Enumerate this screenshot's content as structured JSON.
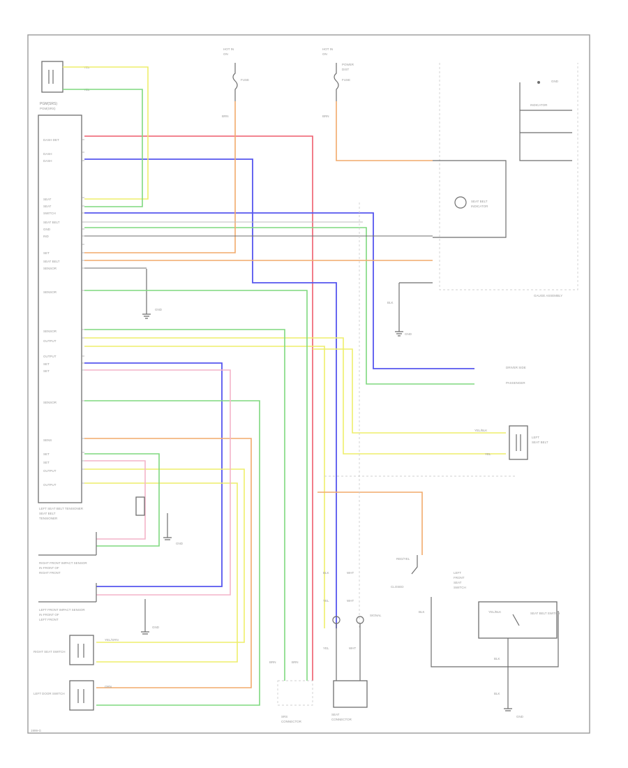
{
  "colors": {
    "red": "#ee5b6c",
    "blue": "#5555ee",
    "yellow": "#eeee6a",
    "green": "#7fd87f",
    "orange": "#f2aa6a",
    "gray": "#6e6e6e",
    "pink": "#f3b4c8"
  },
  "labels": {
    "footer_code": "1999-G",
    "left_module": "PGM(SRS)",
    "dash_fuse": "FUSE",
    "gauge_assembly": "GAUGE ASSEMBLY",
    "seat_belt_buckle": "SEAT BELT SWITCH",
    "left_seat_belt_tensioner": "LEFT SEAT BELT TENSIONER",
    "left_front_impact": "LEFT FRONT IMPACT SENSOR",
    "right_front_impact": "RIGHT FRONT IMPACT SENSOR",
    "right_seat_switch": "RIGHT SEAT SWITCH",
    "left_door_switch": "LEFT DOOR SWITCH",
    "wire_blk": "BLK",
    "wire_wht": "WHT",
    "wire_yel": "YEL",
    "wire_grn": "GRN"
  }
}
